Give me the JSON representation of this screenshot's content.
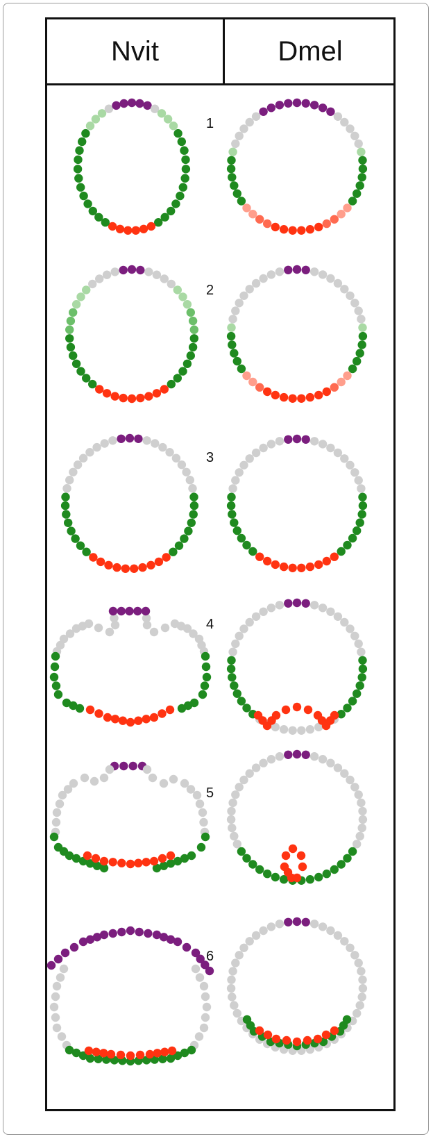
{
  "columns": [
    "Nvit",
    "Dmel"
  ],
  "stages": [
    "1",
    "2",
    "3",
    "4",
    "5",
    "6"
  ],
  "colors": {
    "purple": "#7b1e7e",
    "grey": "#cfcfcf",
    "light_green": "#a9d9a4",
    "mid_green": "#6cbf6a",
    "green": "#1f8a1f",
    "red": "#ff3311",
    "light_red": "#ff9e8c",
    "mid_red": "#ff6a50"
  },
  "legend_note": ""
}
